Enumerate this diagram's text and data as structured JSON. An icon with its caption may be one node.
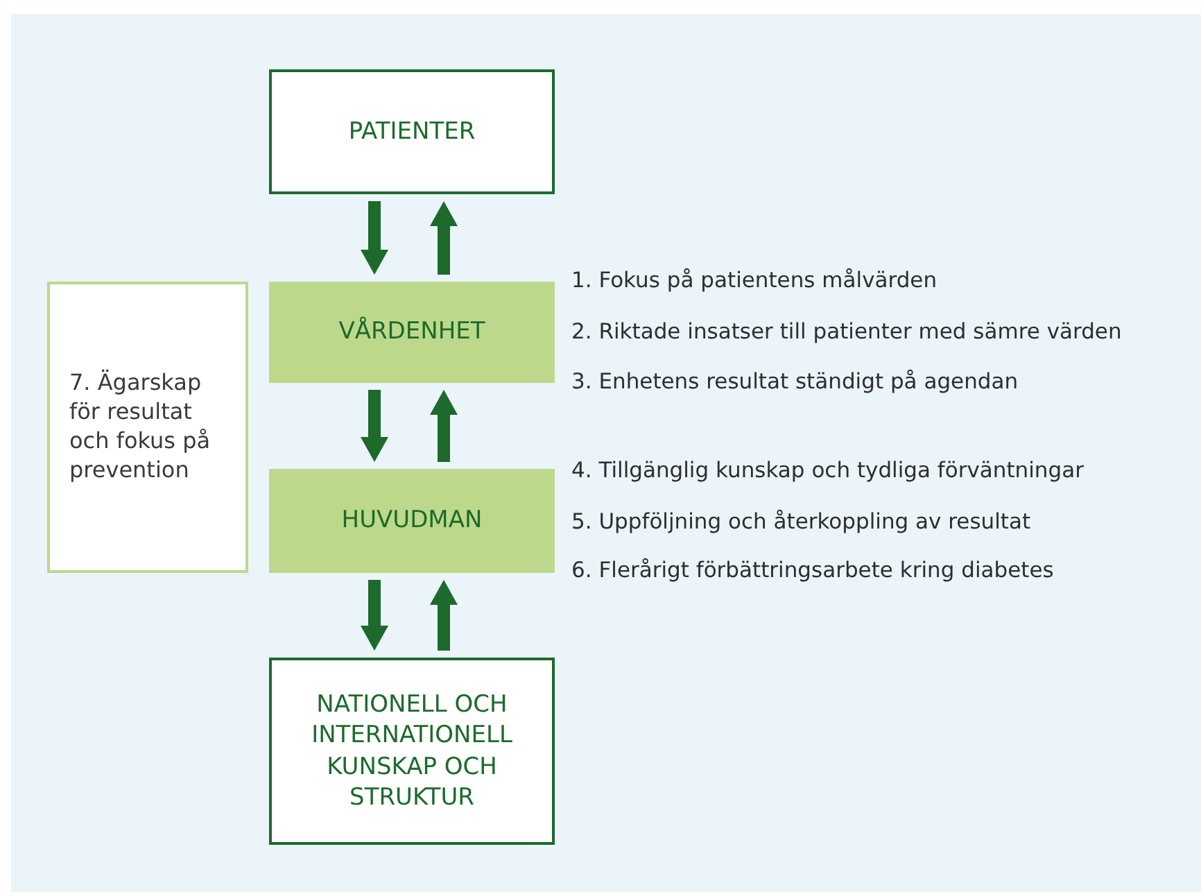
{
  "diagram": {
    "nodes": [
      {
        "text": [
          "PATIENTER"
        ]
      },
      {
        "text": [
          "VÅRDENHET"
        ]
      },
      {
        "text": [
          "HUVUDMAN"
        ]
      },
      {
        "text": [
          "NATIONELL OCH INTERNATIONELL KUNSKAP OCH STRUKTUR"
        ]
      },
      {
        "text": [
          "7. Ägarskap för resultat och fokus på prevention"
        ]
      }
    ],
    "edges": [
      {
        "from": 0,
        "to": 1,
        "arrow": "to"
      },
      {
        "from": 1,
        "to": 0,
        "arrow": "to"
      },
      {
        "from": 1,
        "to": 2,
        "arrow": "to"
      },
      {
        "from": 2,
        "to": 1,
        "arrow": "to"
      },
      {
        "from": 2,
        "to": 3,
        "arrow": "to"
      },
      {
        "from": 3,
        "to": 2,
        "arrow": "to"
      }
    ],
    "labels": [
      "1.  Fokus på patientens målvärden",
      "2. Riktade insatser till patienter med sämre värden",
      "3. Enhetens resultat ständigt på agendan",
      "4. Tillgänglig kunskap och tydliga förväntningar",
      "5. Uppföljning och återkoppling av resultat",
      "6. Flerårigt förbättringsarbete kring diabetes"
    ]
  }
}
